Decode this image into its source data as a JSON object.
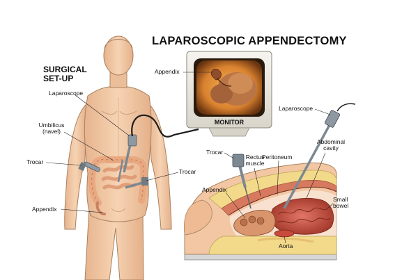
{
  "title": "LAPAROSCOPIC APPENDECTOMY",
  "setup_title": "SURGICAL SET-UP",
  "monitor_label": "MONITOR",
  "labels": {
    "appendix_monitor": "Appendix",
    "laparoscope_left": "Laparoscope",
    "umbilicus": "Umbilicus (navel)",
    "trocar_left": "Trocar",
    "trocar_mid": "Trocar",
    "appendix_left": "Appendix",
    "laparoscope_right": "Laparoscope",
    "trocar_right": "Trocar",
    "rectus_muscle": "Rectus muscle",
    "peritoneum": "Peritoneum",
    "abdominal_cavity": "Abdominal cavity",
    "appendix_right": "Appendix",
    "small_bowel": "Small bowel",
    "aorta": "Aorta"
  },
  "colors": {
    "skin": "#f2c9a5",
    "skin_outline": "#a8825f",
    "colon": "#e7a77f",
    "organ_red": "#c2503f",
    "fat_yellow": "#f3d98a",
    "monitor_frame": "#efece6",
    "screen_bg": "#d9822f"
  }
}
